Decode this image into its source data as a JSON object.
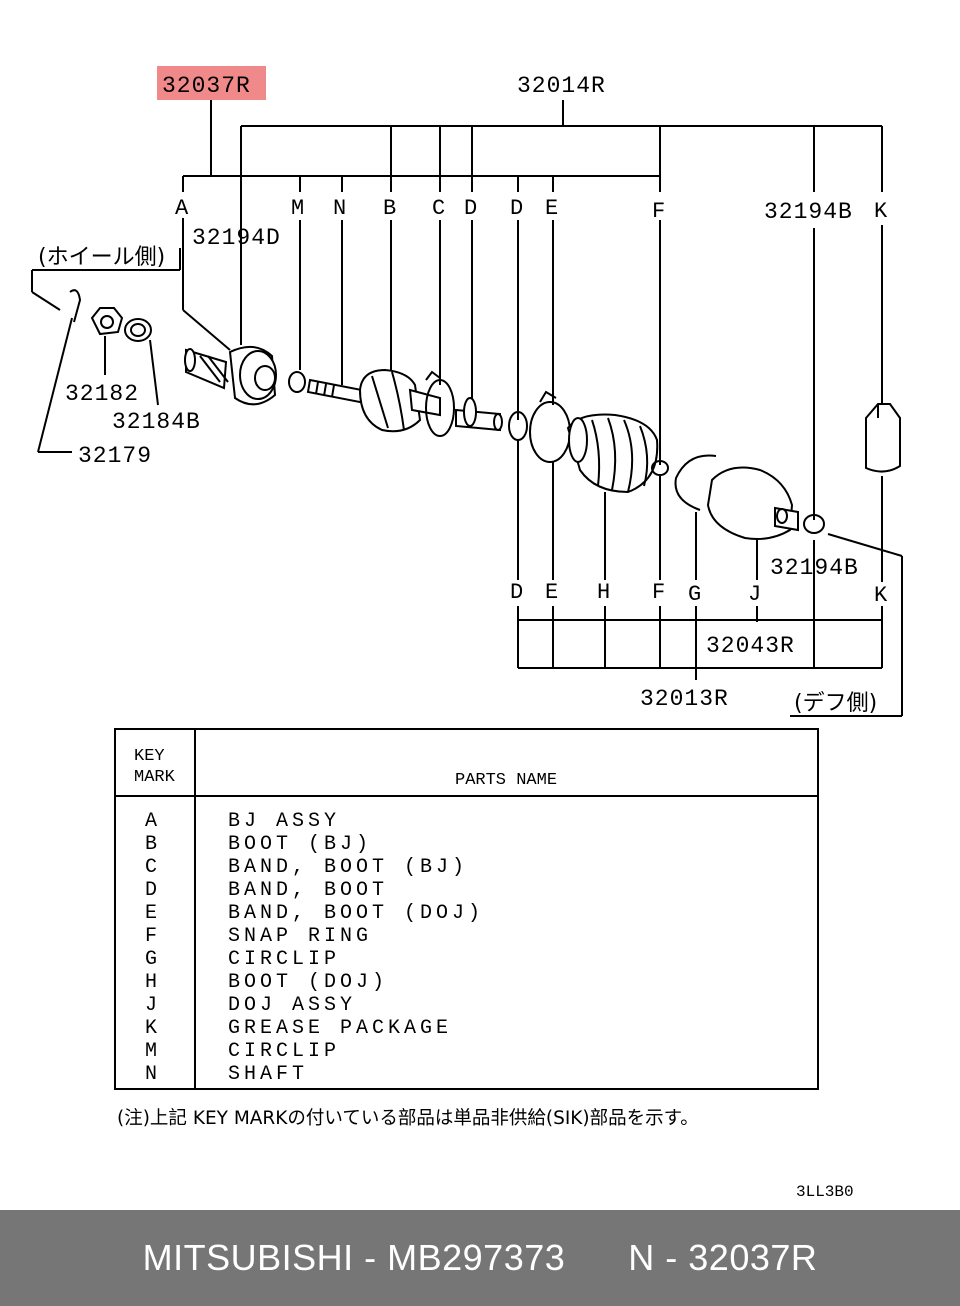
{
  "diagram": {
    "highlighted_part": "32037R",
    "part_numbers": {
      "assy_main": "32014R",
      "shaft_top": "32194D",
      "grease_top": "32194B",
      "nut": "32182",
      "washer": "32184B",
      "cotter": "32179",
      "grease_bottom": "32194B",
      "doj_group": "32043R",
      "boot_kit": "32013R"
    },
    "side_labels": {
      "wheel_side": "(ホイール側)",
      "diff_side": "(デフ側)"
    },
    "top_keys": [
      "A",
      "M",
      "N",
      "B",
      "C",
      "D",
      "D",
      "E",
      "F",
      "K"
    ],
    "bottom_keys": [
      "D",
      "E",
      "H",
      "F",
      "G",
      "J",
      "K"
    ],
    "drawing_code": "3LL3B0"
  },
  "parts_table": {
    "header_key_line1": "KEY",
    "header_key_line2": "MARK",
    "header_name": "PARTS NAME",
    "rows": [
      {
        "key": "A",
        "name": "BJ ASSY"
      },
      {
        "key": "B",
        "name": "BOOT (BJ)"
      },
      {
        "key": "C",
        "name": "BAND, BOOT (BJ)"
      },
      {
        "key": "D",
        "name": "BAND, BOOT"
      },
      {
        "key": "E",
        "name": "BAND, BOOT (DOJ)"
      },
      {
        "key": "F",
        "name": "SNAP RING"
      },
      {
        "key": "G",
        "name": "CIRCLIP"
      },
      {
        "key": "H",
        "name": "BOOT (DOJ)"
      },
      {
        "key": "J",
        "name": "DOJ ASSY"
      },
      {
        "key": "K",
        "name": "GREASE PACKAGE"
      },
      {
        "key": "M",
        "name": "CIRCLIP"
      },
      {
        "key": "N",
        "name": "SHAFT"
      }
    ],
    "note": "(注)上記 KEY MARKの付いている部品は単品非供給(SIK)部品を示す。"
  },
  "footer": {
    "brand": "MITSUBISHI",
    "part_number": "MB297373",
    "ref": "N - 32037R"
  },
  "colors": {
    "highlight": "#f08a8a",
    "footer_bg": "#767676",
    "footer_text": "#ffffff"
  }
}
